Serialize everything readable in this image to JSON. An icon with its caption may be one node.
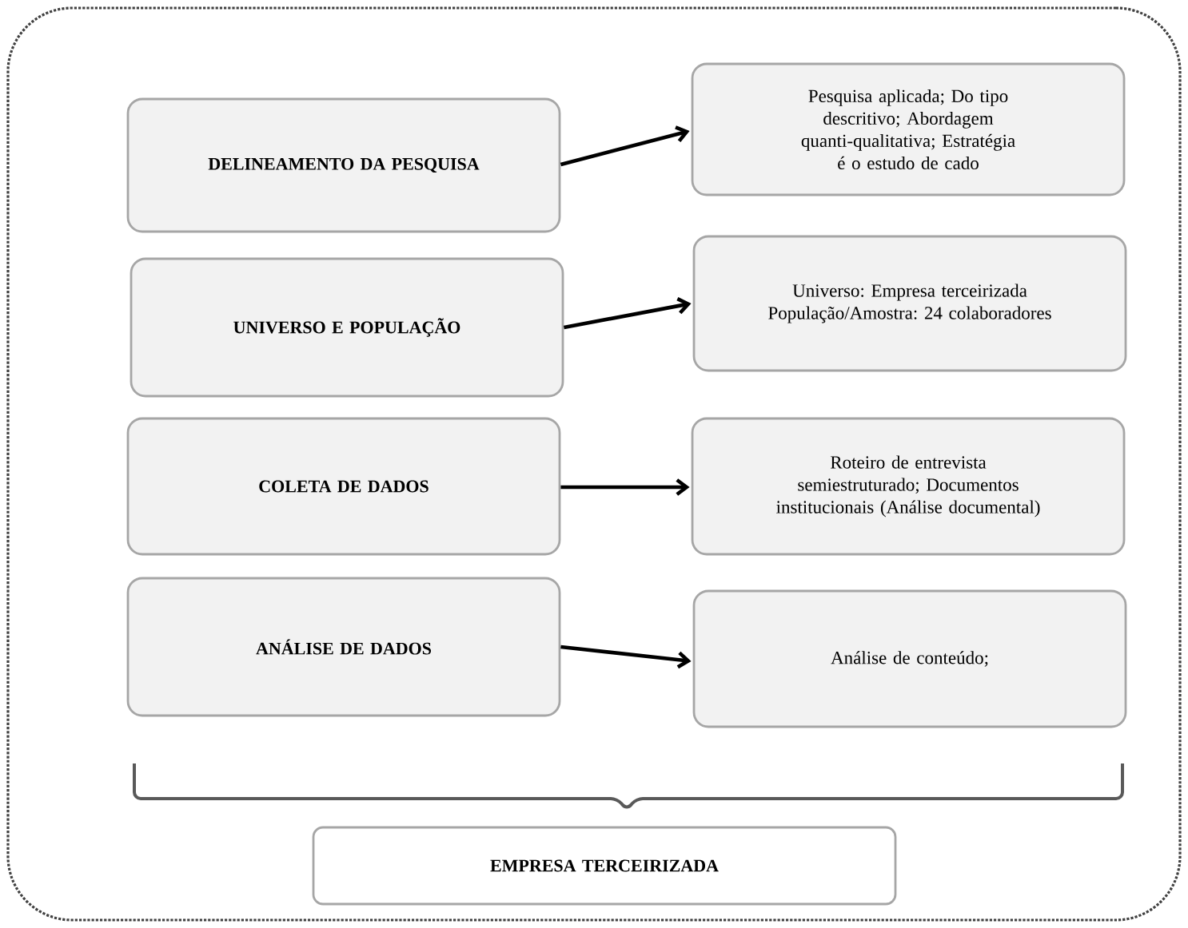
{
  "diagram": {
    "nodes": [
      {
        "text": [],
        "shape": "box"
      },
      {
        "text": [
          "DELINEAMENTO DA PESQUISA"
        ],
        "in": 0
      },
      {
        "text": [
          "Pesquisa aplicada; Do tipo descritivo; Abordagem quanti-qualitativa; Estratégia é o estudo de cado"
        ],
        "in": 0
      },
      {
        "text": [
          "UNIVERSO E POPULAÇÃO"
        ],
        "in": 0
      },
      {
        "text": [
          "Universo: Empresa terceirizada População/Amostra: 24 colaboradores"
        ],
        "in": 0
      },
      {
        "text": [
          "COLETA DE DADOS"
        ],
        "in": 0
      },
      {
        "text": [
          "Roteiro de entrevista semiestruturado; Documentos institucionais (Análise documental)"
        ],
        "in": 0
      },
      {
        "text": [
          "ANÁLISE DE DADOS"
        ],
        "in": 0
      },
      {
        "text": [
          "Análise de conteúdo;"
        ],
        "in": 0
      },
      {
        "text": [
          "EMPRESA TERCEIRIZADA"
        ],
        "in": 0
      }
    ],
    "edges": [
      {
        "from": 1,
        "to": 2,
        "arrow": "to"
      },
      {
        "from": 3,
        "to": 4,
        "arrow": "to"
      },
      {
        "from": 5,
        "to": 6,
        "arrow": "to"
      },
      {
        "from": 7,
        "to": 8,
        "arrow": "to"
      }
    ]
  }
}
